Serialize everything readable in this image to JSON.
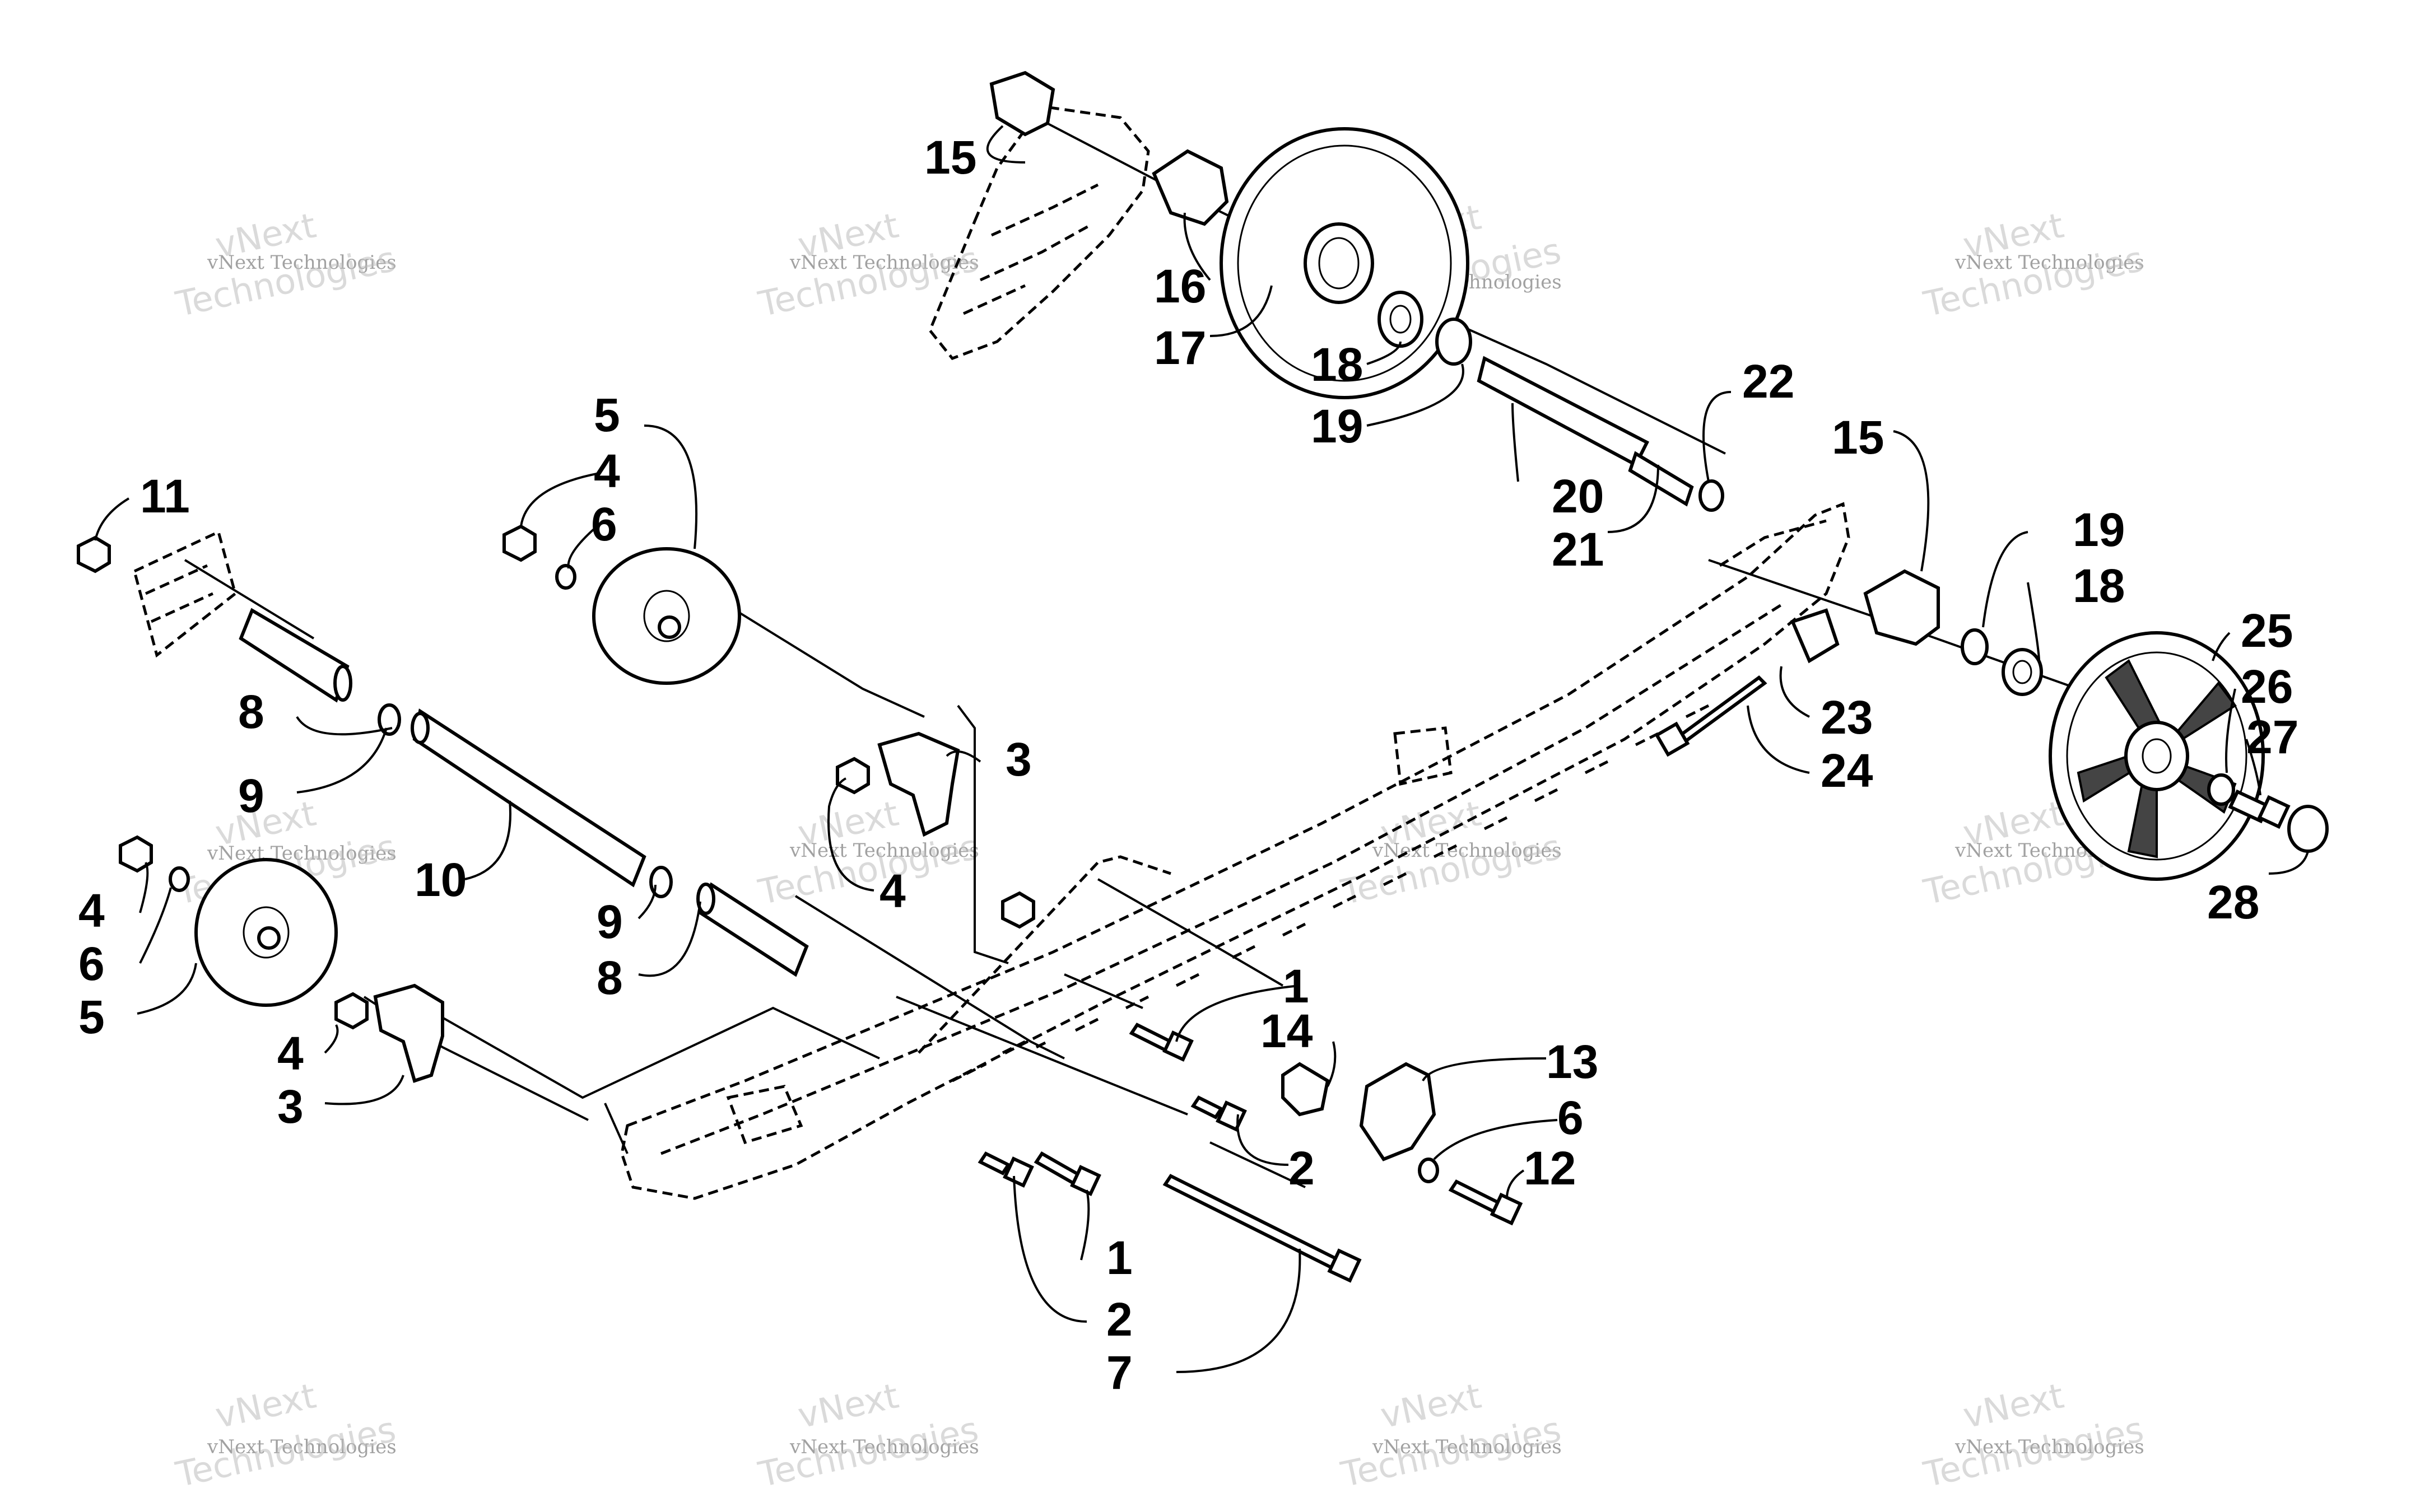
{
  "callouts": {
    "c1a": "1",
    "c1b": "1",
    "c2a": "2",
    "c2b": "2",
    "c3a": "3",
    "c3b": "3",
    "c4a": "4",
    "c4b": "4",
    "c4c": "4",
    "c4d": "4",
    "c5a": "5",
    "c5b": "5",
    "c6a": "6",
    "c6b": "6",
    "c6c": "6",
    "c7": "7",
    "c8a": "8",
    "c8b": "8",
    "c9a": "9",
    "c9b": "9",
    "c10": "10",
    "c11": "11",
    "c12": "12",
    "c13": "13",
    "c14": "14",
    "c15a": "15",
    "c15b": "15",
    "c16": "16",
    "c17": "17",
    "c18a": "18",
    "c18b": "18",
    "c19a": "19",
    "c19b": "19",
    "c20": "20",
    "c21": "21",
    "c22": "22",
    "c23": "23",
    "c24": "24",
    "c25": "25",
    "c26": "26",
    "c27": "27",
    "c28": "28"
  },
  "watermark": {
    "small": "vNext Technologies",
    "big_line1": "vNext",
    "big_line2": "Technologies"
  }
}
